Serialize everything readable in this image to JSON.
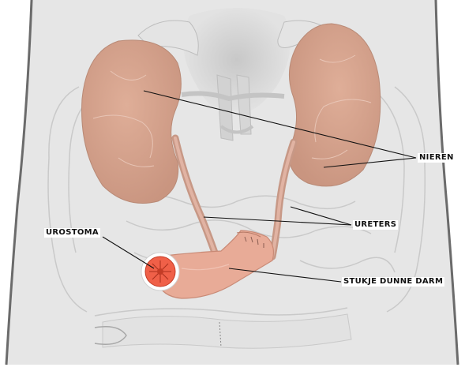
{
  "labels": {
    "nieren": "NIEREN",
    "ureters": "URETERS",
    "urostoma": "UROSTOMA",
    "stukje_dunne_darm": "STUKJE DUNNE DARM"
  },
  "colors": {
    "background": "#ffffff",
    "body_fill": "#e6e6e6",
    "kidney": "#d9a690",
    "ureter": "#d4a190",
    "intestine_loop": "#e5a895",
    "stoma": "#f06048",
    "leader_line": "#111111"
  }
}
